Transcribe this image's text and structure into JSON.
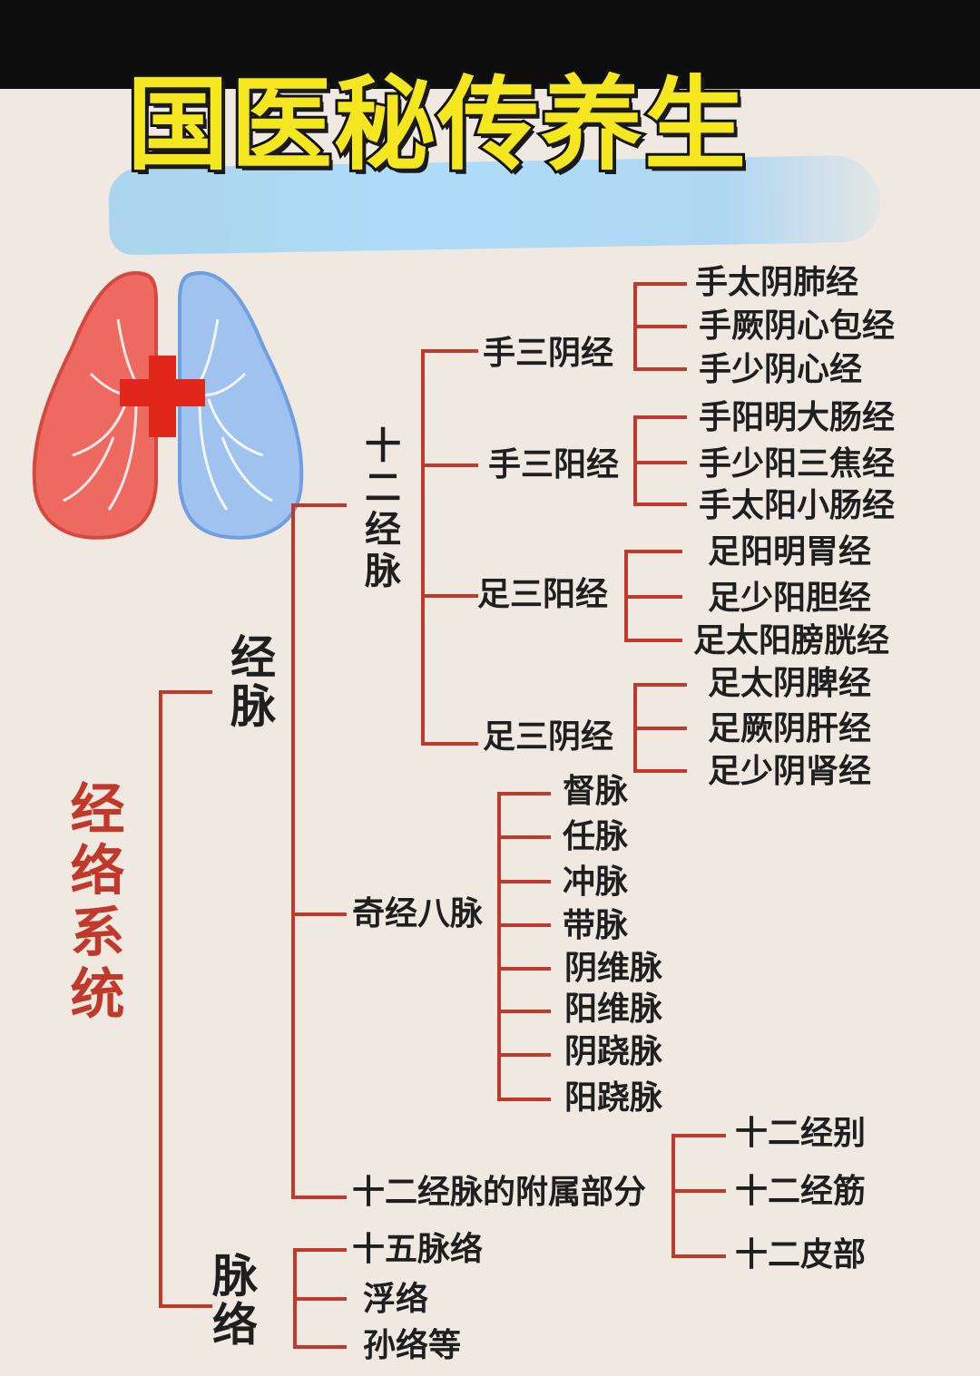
{
  "title": "国医秘传养生",
  "root": "经络系统",
  "jingmai": {
    "label": "经脉",
    "shier": {
      "label": "十二经脉",
      "groups": [
        {
          "label": "手三阴经",
          "items": [
            "手太阴肺经",
            "手厥阴心包经",
            "手少阴心经"
          ]
        },
        {
          "label": "手三阳经",
          "items": [
            "手阳明大肠经",
            "手少阳三焦经",
            "手太阳小肠经"
          ]
        },
        {
          "label": "足三阳经",
          "items": [
            "足阳明胃经",
            "足少阳胆经",
            "足太阳膀胱经"
          ]
        },
        {
          "label": "足三阴经",
          "items": [
            "足太阴脾经",
            "足厥阴肝经",
            "足少阴肾经"
          ]
        }
      ]
    },
    "qijing": {
      "label": "奇经八脉",
      "items": [
        "督脉",
        "任脉",
        "冲脉",
        "带脉",
        "阴维脉",
        "阳维脉",
        "阴跷脉",
        "阳跷脉"
      ]
    },
    "fushu": {
      "label": "十二经脉的附属部分",
      "items": [
        "十二经别",
        "十二经筋",
        "十二皮部"
      ]
    }
  },
  "luomai": {
    "label": "脉络",
    "items": [
      "十五脉络",
      "浮络",
      "孙络等"
    ]
  },
  "colors": {
    "line": "#c0392b",
    "title_fill": "#f4e61f",
    "root_text": "#c0392b",
    "lung_left": "#ee6a60",
    "lung_right": "#9fc3ee",
    "cross": "#e1261c"
  }
}
